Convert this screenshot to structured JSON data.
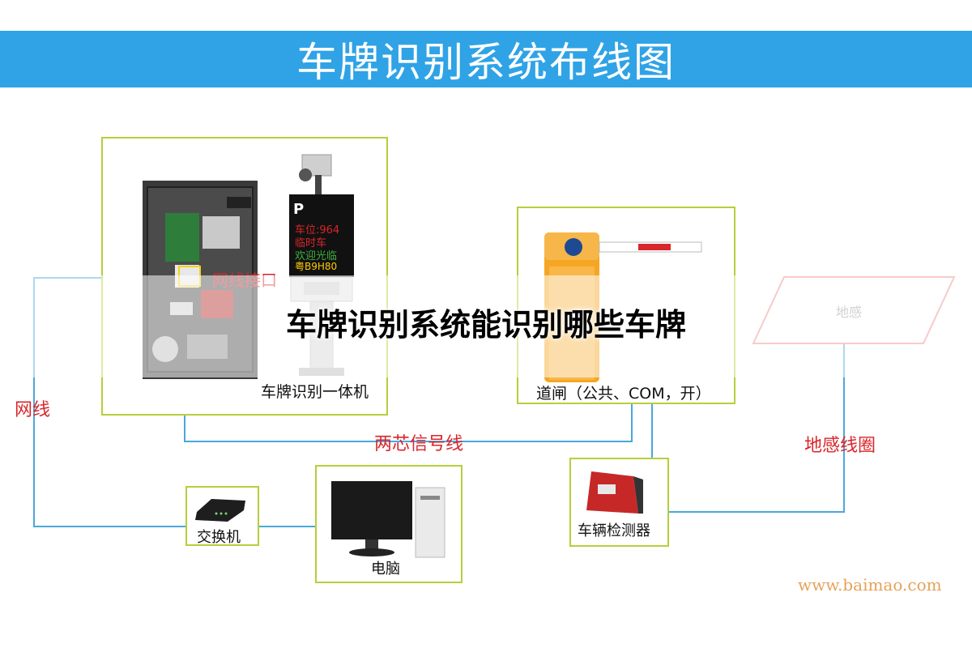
{
  "header": {
    "title": "车牌识别系统布线图"
  },
  "overlay": {
    "title": "车牌识别系统能识别哪些车牌"
  },
  "devices": {
    "lpr_unit": "车牌识别一体机",
    "barrier": "道闸（公共、COM，开）",
    "ground_sensor": "地感",
    "switch": "交换机",
    "computer": "电脑",
    "vehicle_detector": "车辆检测器"
  },
  "display_screen": {
    "brand_letter": "P",
    "lines": [
      "车位:964",
      "临时车",
      "欢迎光临",
      "粤B9H80"
    ]
  },
  "wires": {
    "network_port": "网线接口",
    "network_cable": "网线",
    "two_core_signal": "两芯信号线",
    "ground_loop": "地感线圈"
  },
  "colors": {
    "header_bg": "#2fa3e6",
    "box_border": "#b6cf3b",
    "wire": "#4aa8dc",
    "label_red": "#d9262b",
    "sensor_border": "#f08a8a",
    "barrier_orange": "#f5a623"
  },
  "watermark": "www.baimao.com"
}
